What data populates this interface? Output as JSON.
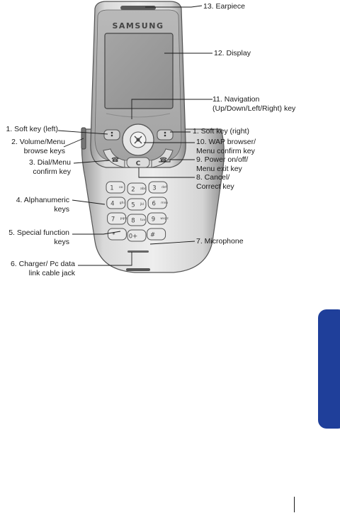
{
  "brand": "SAMSUNG",
  "keypad": [
    "1",
    "2",
    "3",
    "4",
    "5",
    "6",
    "7",
    "8",
    "9",
    "*",
    "0+",
    "#"
  ],
  "keypad_sub": [
    "oo",
    "abc",
    "def",
    "ghi",
    "jkl",
    "mno",
    "pqrs",
    "tuv",
    "wxyz"
  ],
  "cancel_glyph": "C",
  "callouts": {
    "earpiece": "13. Earpiece",
    "display": "12. Display",
    "navigation": "11. Navigation\n(Up/Down/Left/Right) key",
    "soft_left": "1. Soft key (left)",
    "soft_right": "1. Soft key (right)",
    "volume": "2. Volume/Menu\nbrowse keys",
    "wap": "10. WAP browser/\nMenu confirm key",
    "dial": "3. Dial/Menu\nconfirm key",
    "power": "9. Power on/off/\nMenu exit key",
    "cancel": "8. Cancel/\nCorrect key",
    "alphanumeric": "4. Alphanumeric\nkeys",
    "special": "5. Special function\nkeys",
    "microphone": "7. Microphone",
    "charger": "6. Charger/ Pc data\nlink cable jack"
  },
  "colors": {
    "side_tab": "#1f3f9a"
  }
}
